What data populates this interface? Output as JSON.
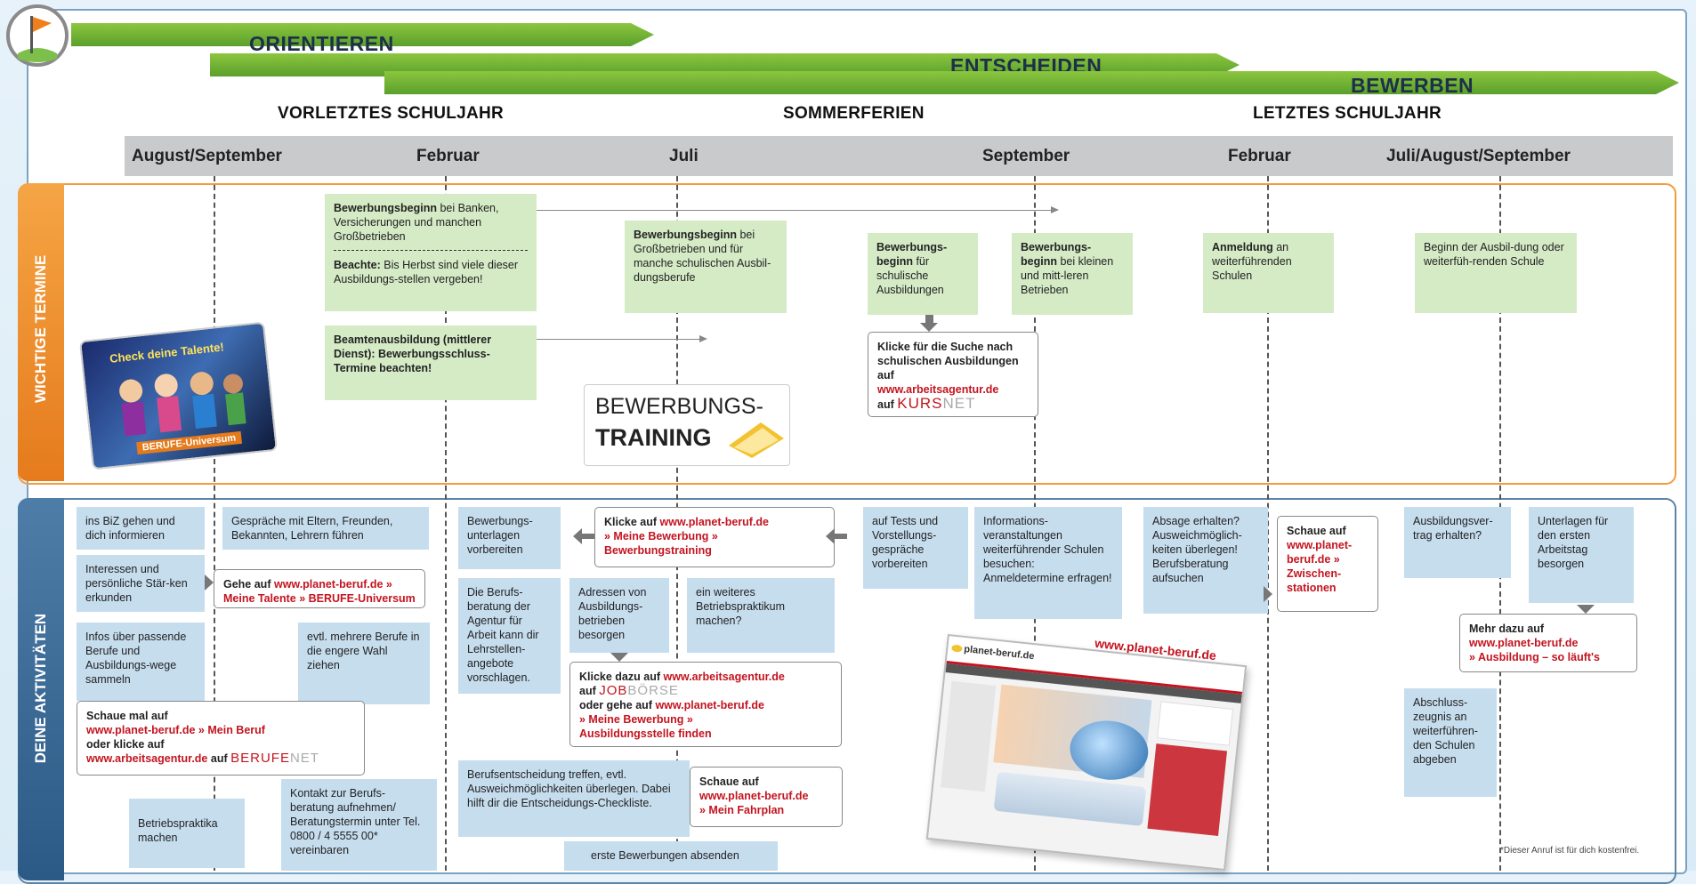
{
  "phases": {
    "orientieren": "ORIENTIEREN",
    "entscheiden": "ENTSCHEIDEN",
    "bewerben": "BEWERBEN"
  },
  "periods": {
    "vorletztes": "VORLETZTES SCHULJAHR",
    "sommerferien": "SOMMERFERIEN",
    "letztes": "LETZTES SCHULJAHR"
  },
  "months": [
    "August/September",
    "Februar",
    "Juli",
    "September",
    "Februar",
    "Juli/August/September"
  ],
  "sections": {
    "termine": "WICHTIGE TERMINE",
    "aktivitaeten": "DEINE AKTIVITÄTEN"
  },
  "termine": {
    "banken": {
      "bold": "Bewerbungsbeginn",
      "text": " bei Banken, Versicherungen und manchen Großbetrieben"
    },
    "beachte": {
      "bold": "Beachte:",
      "text": " Bis Herbst sind viele dieser Ausbildungs-stellen vergeben!"
    },
    "beamten": "Beamtenausbildung (mittlerer Dienst): Bewerbungsschluss-Termine beachten!",
    "grossbetriebe": {
      "bold": "Bewerbungsbeginn",
      "text": " bei Großbetrieben und für manche schulischen Ausbil-dungsberufe"
    },
    "schulische": {
      "bold": "Bewerbungs-beginn",
      "text": " für schulische Ausbildungen"
    },
    "kleine": {
      "bold": "Bewerbungs-beginn",
      "text": " bei kleinen und mitt-leren Betrieben"
    },
    "kurs": {
      "text": "Klicke für die Suche nach schulischen Ausbildungen auf",
      "link": "www.arbeitsagentur.de",
      "auf": "auf",
      "logo_a": "KURS",
      "logo_b": "NET"
    },
    "anmeldung": {
      "bold": "Anmeldung",
      "text": " an weiterführenden Schulen"
    },
    "beginn": "Beginn der Ausbil-dung oder weiterfüh-renden Schule",
    "training_1": "BEWERBUNGS-",
    "training_2": "TRAINING",
    "game_title": "Check deine Talente!",
    "game_sub": "BERUFE-Universum"
  },
  "aktivitaeten": {
    "biz": "ins BiZ gehen und dich informieren",
    "gespraeche": "Gespräche mit Eltern, Freunden, Bekannten, Lehrern führen",
    "interessen": "Interessen und persönliche Stär-ken erkunden",
    "talente": {
      "pre": "Gehe auf",
      "link": "www.planet-beruf.de »",
      "line2": "Meine Talente » BERUFE-Universum"
    },
    "infos": "Infos über passende Berufe und Ausbildungs-wege sammeln",
    "mehrere": "evtl. mehrere Berufe in die engere Wahl ziehen",
    "meinberuf": {
      "l1": "Schaue mal auf",
      "l2": "www.planet-beruf.de » Mein Beruf",
      "l3": "oder klicke auf",
      "l4": "www.arbeitsagentur.de",
      "auf": "auf",
      "logo_a": "BERUFE",
      "logo_b": "NET"
    },
    "praktika": "Betriebspraktika machen",
    "kontakt": "Kontakt zur Berufs-beratung aufnehmen/ Beratungstermin unter Tel. 0800 / 4 5555 00* vereinbaren",
    "unterlagen": "Bewerbungs-unterlagen vorbereiten",
    "bewerbungstraining": {
      "pre": "Klicke auf",
      "link": "www.planet-beruf.de",
      "l2": "» Meine Bewerbung »",
      "l3": "Bewerbungstraining"
    },
    "agentur": "Die Berufs-beratung der Agentur für Arbeit kann dir Lehrstellen-angebote vorschlagen.",
    "adressen": "Adressen von Ausbildungs-betrieben besorgen",
    "praktikum2": "ein weiteres Betriebspraktikum machen?",
    "jobboerse": {
      "pre": "Klicke dazu auf",
      "link": "www.arbeitsagentur.de",
      "auf": "auf",
      "logo_a": "JOB",
      "logo_b": "BÖRSE",
      "l3": "oder gehe auf",
      "link2": "www.planet-beruf.de",
      "l4": "» Meine Bewerbung »",
      "l5": "Ausbildungsstelle finden"
    },
    "entscheidung": "Berufsentscheidung treffen, evtl. Ausweichmöglichkeiten überlegen. Dabei hilft dir die Entscheidungs-Checkliste.",
    "fahrplan": {
      "l1": "Schaue auf",
      "l2": "www.planet-beruf.de",
      "l3": "» Mein Fahrplan"
    },
    "absenden": "erste Bewerbungen absenden",
    "tests": "auf Tests und Vorstellungs-gespräche vorbereiten",
    "infoveranst": "Informations-veranstaltungen weiterführender Schulen besuchen: Anmeldetermine erfragen!",
    "absage": "Absage erhalten? Ausweichmöglich-keiten überlegen! Berufsberatung aufsuchen",
    "zwischen": {
      "l1": "Schaue auf",
      "l2": "www.planet-beruf.de » Zwischen-stationen"
    },
    "vertrag": "Ausbildungsver-trag erhalten?",
    "arbeitstag": "Unterlagen für den ersten Arbeitstag besorgen",
    "mehrdazu": {
      "l1": "Mehr dazu auf",
      "l2": "www.planet-beruf.de",
      "l3": "» Ausbildung – so läuft's"
    },
    "zeugnis": "Abschluss-zeugnis an weiterführen-den Schulen abgeben",
    "footnote": "*Dieser Anruf ist für dich kostenfrei.",
    "site_url": "www.planet-beruf.de",
    "site_logo": "planet-beruf.de"
  }
}
